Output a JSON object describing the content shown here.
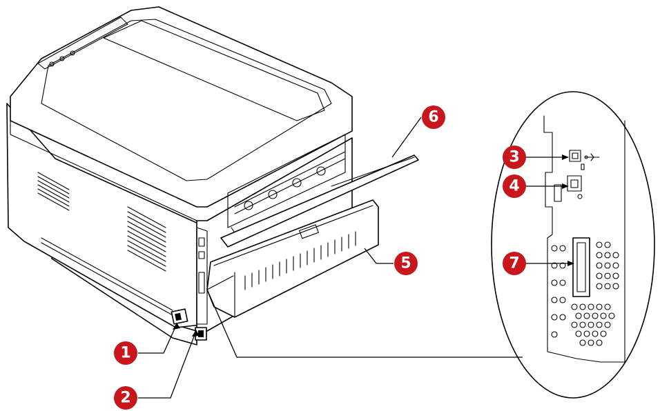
{
  "callouts": [
    {
      "id": "1",
      "label": "1"
    },
    {
      "id": "2",
      "label": "2"
    },
    {
      "id": "3",
      "label": "3"
    },
    {
      "id": "4",
      "label": "4"
    },
    {
      "id": "5",
      "label": "5"
    },
    {
      "id": "6",
      "label": "6"
    },
    {
      "id": "7",
      "label": "7"
    }
  ],
  "colors": {
    "callout": "#c8161d",
    "line": "#000000",
    "background": "#ffffff"
  }
}
